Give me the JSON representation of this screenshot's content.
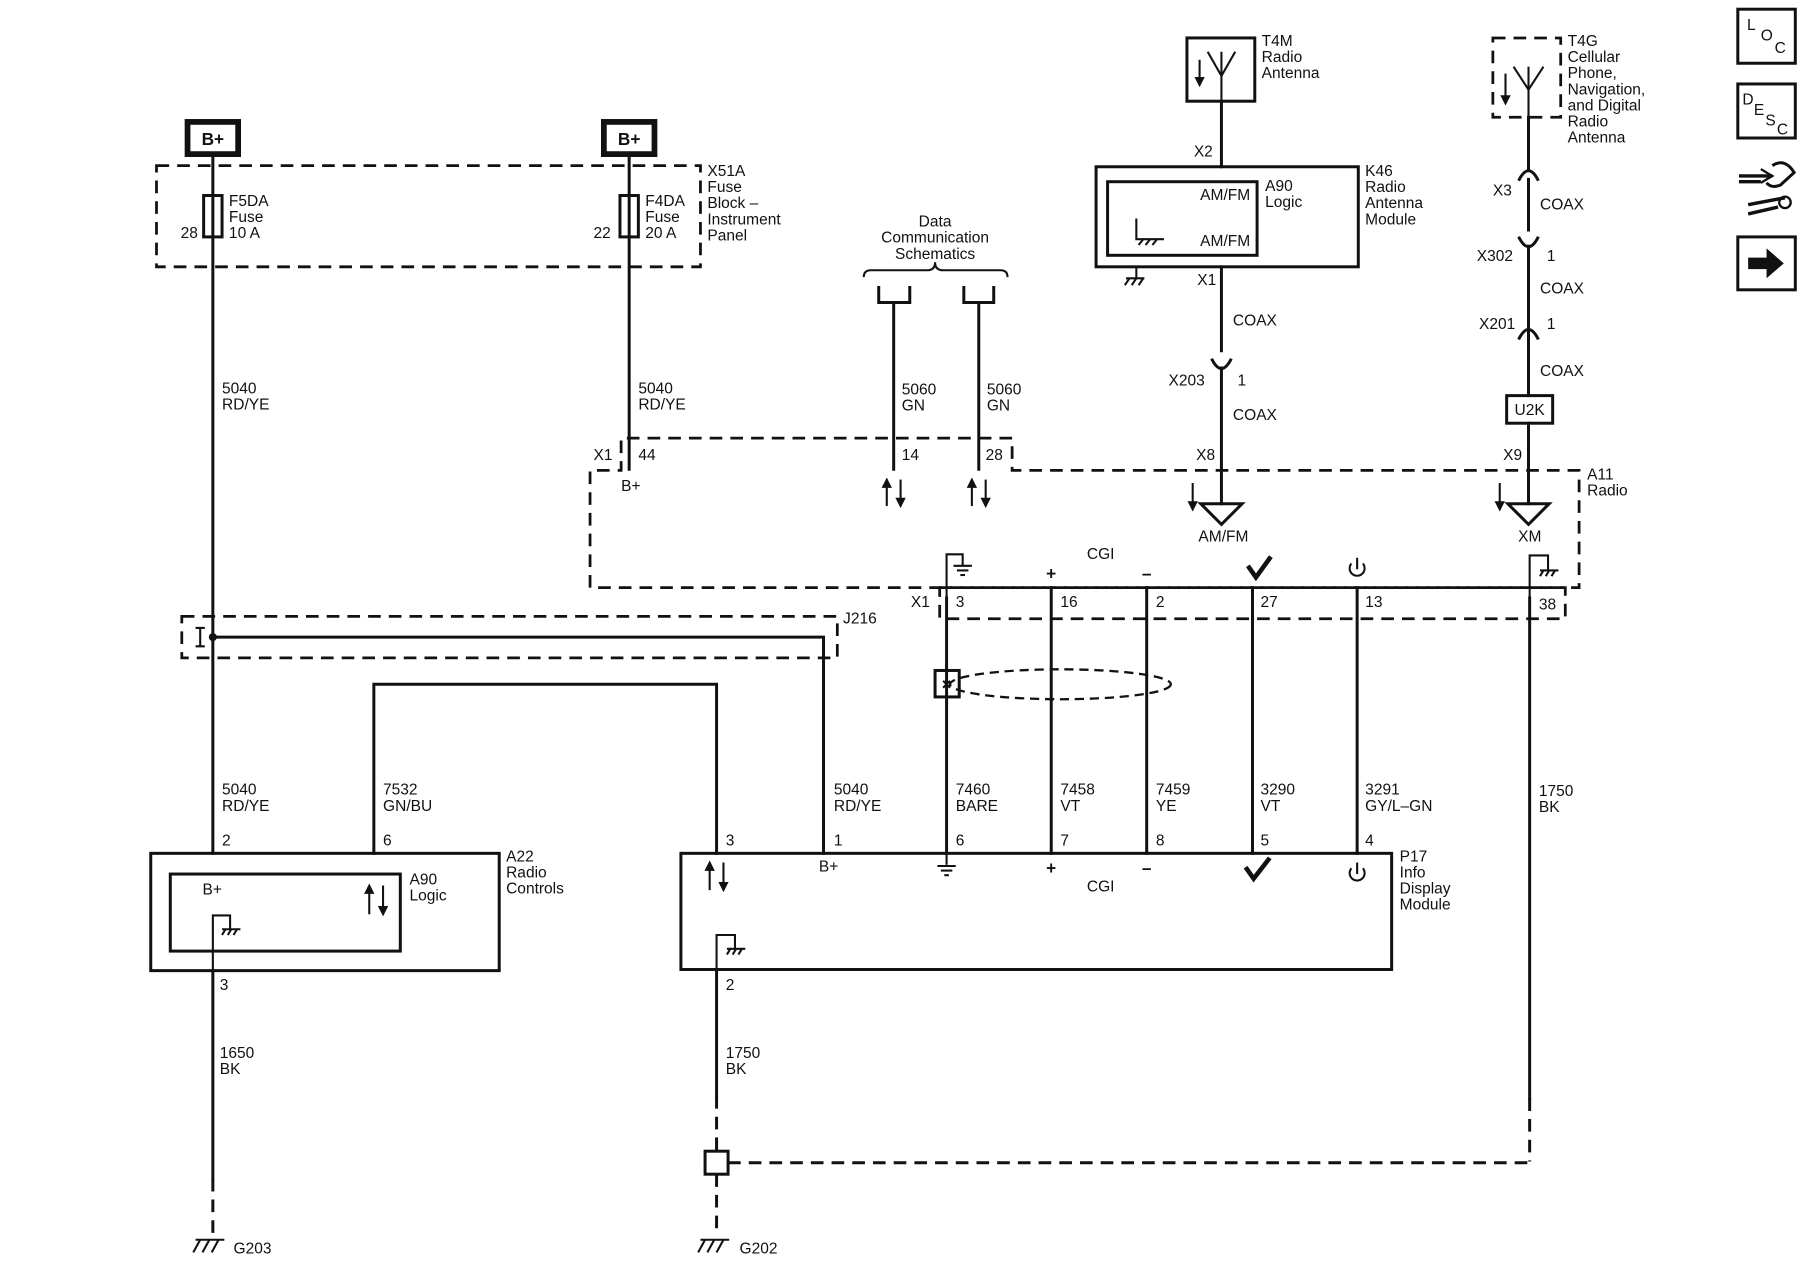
{
  "battery": {
    "label": "B+"
  },
  "fuse_block": {
    "label": [
      "X51A",
      "Fuse",
      "Block –",
      "Instrument",
      "Panel"
    ]
  },
  "fuses": [
    {
      "name": [
        "F5DA",
        "Fuse",
        "10 A"
      ],
      "pin": "28"
    },
    {
      "name": [
        "F4DA",
        "Fuse",
        "20 A"
      ],
      "pin": "22"
    }
  ],
  "data_comm": {
    "label": [
      "Data",
      "Communication",
      "Schematics"
    ]
  },
  "t4m": {
    "label": [
      "T4M",
      "Radio",
      "Antenna"
    ]
  },
  "t4g": {
    "label": [
      "T4G",
      "Cellular",
      "Phone,",
      "Navigation,",
      "and Digital",
      "Radio",
      "Antenna"
    ]
  },
  "k46": {
    "label": [
      "K46",
      "Radio",
      "Antenna",
      "Module"
    ],
    "logic": [
      "A90",
      "Logic"
    ],
    "in": "AM/FM",
    "out": "AM/FM",
    "x2": "X2",
    "x1": "X1"
  },
  "coax": "COAX",
  "conn": {
    "x203": "X203",
    "x3": "X3",
    "x302": "X302",
    "x201": "X201",
    "pin1": "1",
    "u2k": "U2K",
    "x8": "X8",
    "x9": "X9",
    "x1": "X1",
    "j216": "J216"
  },
  "a11": {
    "label": [
      "A11",
      "Radio"
    ],
    "amfm": "AM/FM",
    "xm": "XM",
    "cgi": "CGI",
    "bplus": "B+"
  },
  "a11_top_pins": [
    "44",
    "14",
    "28"
  ],
  "a11_bottom_pins": [
    "3",
    "16",
    "2",
    "27",
    "13",
    "38"
  ],
  "wires": {
    "w5040": "5040",
    "rdye": "RD/YE",
    "w5060": "5060",
    "gn": "GN",
    "w7532": "7532",
    "gnbu": "GN/BU",
    "w7460": "7460",
    "bare": "BARE",
    "w7458": "7458",
    "vt": "VT",
    "w7459": "7459",
    "ye": "YE",
    "w3290": "3290",
    "w3291": "3291",
    "gylgn": "GY/L–GN",
    "w1750": "1750",
    "bk": "BK",
    "w1650": "1650"
  },
  "a22": {
    "label": [
      "A22",
      "Radio",
      "Controls"
    ],
    "logic": [
      "A90",
      "Logic"
    ],
    "bplus": "B+",
    "pins": [
      "2",
      "6",
      "3"
    ]
  },
  "p17": {
    "label": [
      "P17",
      "Info",
      "Display",
      "Module"
    ],
    "cgi": "CGI",
    "bplus": "B+",
    "pins": [
      "3",
      "1",
      "6",
      "7",
      "8",
      "5",
      "4",
      "2"
    ]
  },
  "grounds": [
    "G203",
    "G202"
  ],
  "nav_buttons": [
    {
      "top": "L",
      "mid": "O",
      "bot": "C"
    },
    {
      "top": "D",
      "mid": "E",
      "bot": "S",
      "sub": "C"
    }
  ]
}
